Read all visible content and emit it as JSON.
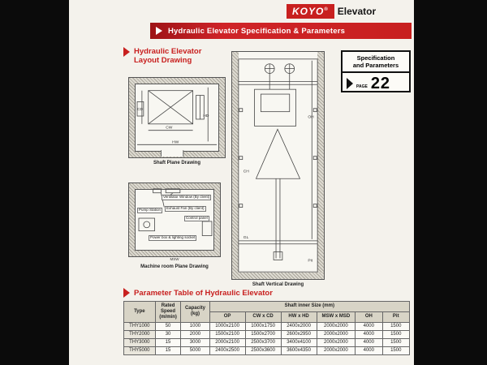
{
  "logo": {
    "brand": "KOYO",
    "reg": "®",
    "suffix": "Elevator"
  },
  "banner": {
    "title": "Hydraulic Elevator Specification & Parameters"
  },
  "layout_heading": {
    "line1": "Hydraulic Elevator",
    "line2": "Layout Drawing"
  },
  "spec_box": {
    "line1": "Specification",
    "line2": "and Parameters",
    "page_label": "PAGE",
    "page_number": "22"
  },
  "drawings": {
    "shaft_plane": {
      "caption": "Shaft Plane Drawing",
      "dim_hw": "HW",
      "dim_hd": "HD",
      "dim_cw": "CW",
      "dim_cd": "CD"
    },
    "machine_room": {
      "caption": "Machine room Plane Drawing",
      "dim_msw": "MSW",
      "labels": {
        "ventilator": "Ventilator Window (By client)",
        "exhaust": "Exhaust Fan (By client)",
        "control": "Control panel",
        "power": "Power box & lighting socket",
        "pump": "Pump Station"
      }
    },
    "shaft_vertical": {
      "caption": "Shaft Vertical Drawing",
      "dim_oh": "OH",
      "dim_ch": "CH",
      "dim_gl": "GL",
      "dim_pit": "Pit"
    }
  },
  "parameter_heading": "Parameter Table of Hydraulic Elevator",
  "table": {
    "col_type": "Type",
    "col_speed": "Rated Speed (m/min)",
    "col_capacity": "Capacity (kg)",
    "group_header": "Shaft inner Size (mm)",
    "subheaders": [
      "OP",
      "CW x CD",
      "HW x HD",
      "MSW x MSD",
      "OH",
      "Pit"
    ],
    "rows": [
      [
        "THY1000",
        "50",
        "1000",
        "1000x2100",
        "1000x1750",
        "2400x2000",
        "2000x2000",
        "4000",
        "1500"
      ],
      [
        "THY2000",
        "30",
        "2000",
        "1500x2100",
        "1500x2700",
        "2600x2950",
        "2000x2000",
        "4000",
        "1500"
      ],
      [
        "THY3000",
        "15",
        "3000",
        "2000x2100",
        "2500x3700",
        "3400x4100",
        "2000x2000",
        "4000",
        "1500"
      ],
      [
        "THY5000",
        "15",
        "5000",
        "2400x2500",
        "2500x3600",
        "3600x4350",
        "2000x2000",
        "4000",
        "1500"
      ]
    ]
  }
}
